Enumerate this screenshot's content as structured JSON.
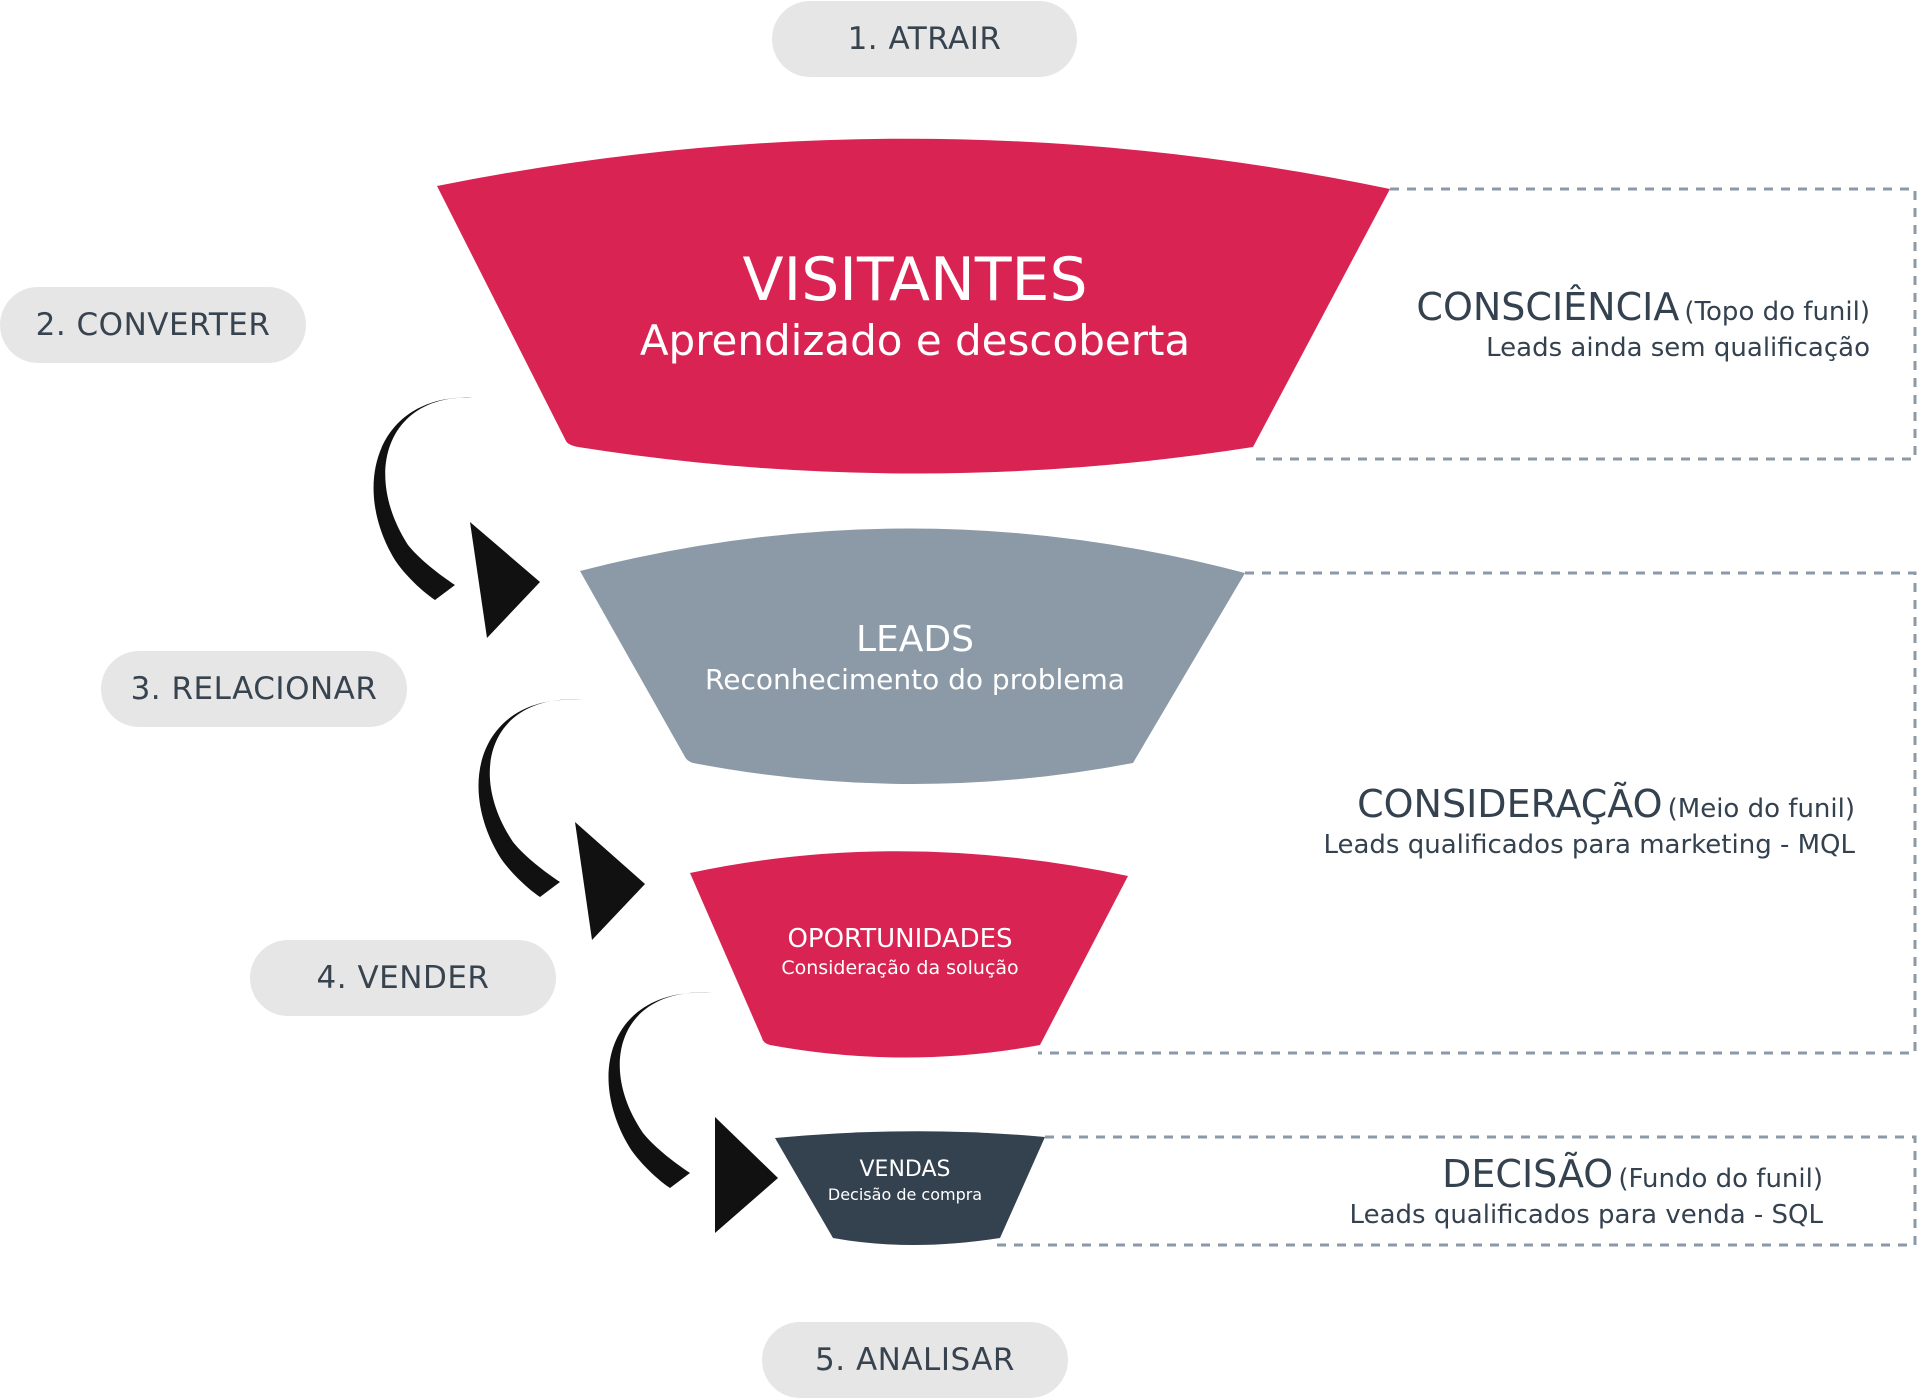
{
  "steps": [
    {
      "label": "1. ATRAIR"
    },
    {
      "label": "2. CONVERTER"
    },
    {
      "label": "3. RELACIONAR"
    },
    {
      "label": "4. VENDER"
    },
    {
      "label": "5. ANALISAR"
    }
  ],
  "funnel": [
    {
      "title": "VISITANTES",
      "subtitle": "Aprendizado e descoberta",
      "color": "#d92453"
    },
    {
      "title": "LEADS",
      "subtitle": "Reconhecimento do problema",
      "color": "#8c9aa7"
    },
    {
      "title": "OPORTUNIDADES",
      "subtitle": "Consideração da solução",
      "color": "#d92453"
    },
    {
      "title": "VENDAS",
      "subtitle": "Decisão de compra",
      "color": "#34414f"
    }
  ],
  "phases": [
    {
      "name": "CONSCIÊNCIA",
      "paren": "(Topo do funil)",
      "detail": "Leads ainda sem qualificação"
    },
    {
      "name": "CONSIDERAÇÃO",
      "paren": "(Meio do funil)",
      "detail": "Leads qualificados para marketing - MQL"
    },
    {
      "name": "DECISÃO",
      "paren": "(Fundo do funil)",
      "detail": "Leads qualificados para venda - SQL"
    }
  ],
  "colors": {
    "pill_bg": "#e6e6e6",
    "text_dark": "#34414f",
    "dash": "#8c9aa7",
    "arrow": "#111111"
  }
}
